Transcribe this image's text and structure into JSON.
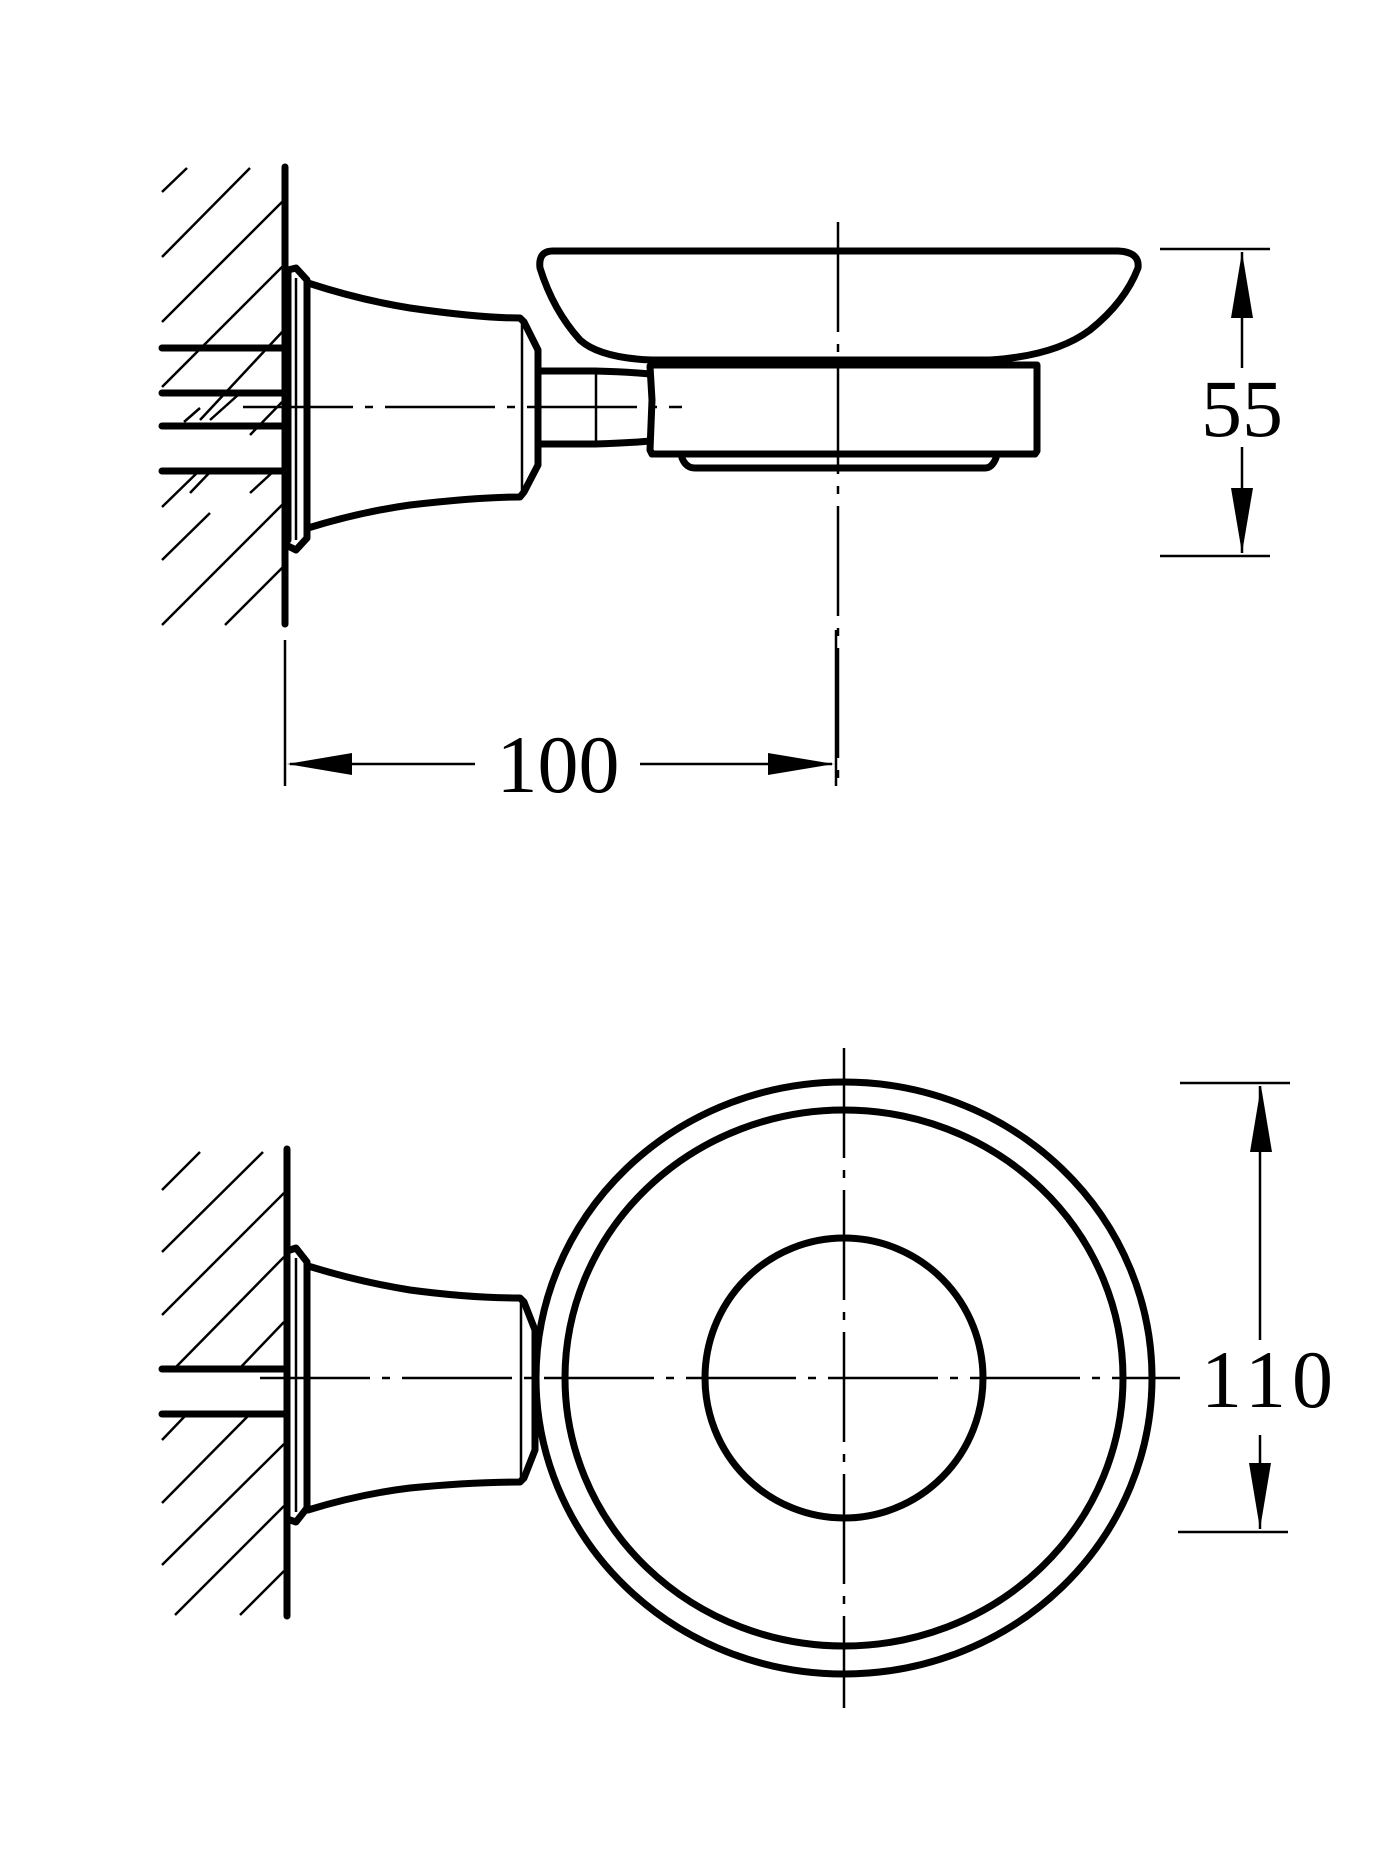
{
  "drawing": {
    "subject": "Wall-mounted soap dish",
    "views": [
      {
        "name": "side-view",
        "description": "Side elevation with wall mount, arm and dish"
      },
      {
        "name": "top-view",
        "description": "Plan view with wall mount and circular dish"
      }
    ],
    "units_shown": false
  },
  "dimensions": {
    "projection": {
      "label": "100",
      "description": "Wall to dish center distance"
    },
    "height": {
      "label": "55",
      "description": "Overall dish height"
    },
    "diameter": {
      "label": "110",
      "description": "Dish outer diameter"
    }
  },
  "colors": {
    "line": "#000000",
    "background": "#ffffff"
  }
}
